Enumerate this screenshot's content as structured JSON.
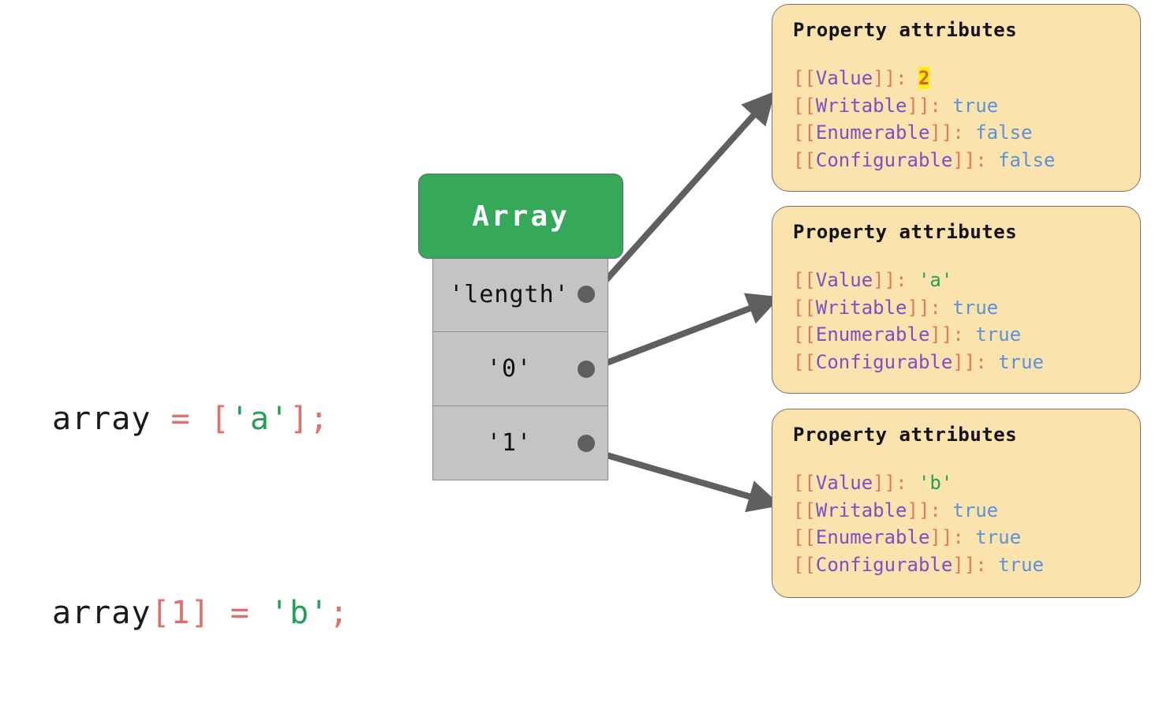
{
  "code": {
    "lines": [
      {
        "tokens": [
          {
            "text": "array",
            "kind": "ident"
          },
          {
            "text": " = ",
            "kind": "punct"
          },
          {
            "text": "[",
            "kind": "punct"
          },
          {
            "text": "'a'",
            "kind": "str"
          },
          {
            "text": "]",
            "kind": "punct"
          },
          {
            "text": ";",
            "kind": "punct"
          }
        ],
        "plain": "array = ['a'];"
      },
      {
        "tokens": [
          {
            "text": "array",
            "kind": "ident"
          },
          {
            "text": "[",
            "kind": "punct"
          },
          {
            "text": "1",
            "kind": "num"
          },
          {
            "text": "]",
            "kind": "punct"
          },
          {
            "text": " = ",
            "kind": "punct"
          },
          {
            "text": "'b'",
            "kind": "str"
          },
          {
            "text": ";",
            "kind": "punct"
          }
        ],
        "plain": "array[1] = 'b';"
      }
    ]
  },
  "array_object": {
    "title": "Array",
    "slots": [
      {
        "key": "'length'"
      },
      {
        "key": "'0'"
      },
      {
        "key": "'1'"
      }
    ]
  },
  "property_cards": [
    {
      "title": "Property attributes",
      "rows": [
        {
          "key": "[[Value]]",
          "sep": ": ",
          "value": "2",
          "value_kind": "number-highlighted"
        },
        {
          "key": "[[Writable]]",
          "sep": ": ",
          "value": "true",
          "value_kind": "boolean"
        },
        {
          "key": "[[Enumerable]]",
          "sep": ": ",
          "value": "false",
          "value_kind": "boolean"
        },
        {
          "key": "[[Configurable]]",
          "sep": ": ",
          "value": "false",
          "value_kind": "boolean"
        }
      ]
    },
    {
      "title": "Property attributes",
      "rows": [
        {
          "key": "[[Value]]",
          "sep": ": ",
          "value": "'a'",
          "value_kind": "string"
        },
        {
          "key": "[[Writable]]",
          "sep": ": ",
          "value": "true",
          "value_kind": "boolean"
        },
        {
          "key": "[[Enumerable]]",
          "sep": ": ",
          "value": "true",
          "value_kind": "boolean"
        },
        {
          "key": "[[Configurable]]",
          "sep": ": ",
          "value": "true",
          "value_kind": "boolean"
        }
      ]
    },
    {
      "title": "Property attributes",
      "rows": [
        {
          "key": "[[Value]]",
          "sep": ": ",
          "value": "'b'",
          "value_kind": "string"
        },
        {
          "key": "[[Writable]]",
          "sep": ": ",
          "value": "true",
          "value_kind": "boolean"
        },
        {
          "key": "[[Enumerable]]",
          "sep": ": ",
          "value": "true",
          "value_kind": "boolean"
        },
        {
          "key": "[[Configurable]]",
          "sep": ": ",
          "value": "true",
          "value_kind": "boolean"
        }
      ]
    }
  ],
  "colors": {
    "array_header_bg": "#35a85a",
    "slot_bg": "#c4c4c4",
    "card_bg": "#fae3ad",
    "arrow": "#5f5f5f",
    "string_green": "#23a05a",
    "punct_red": "#e26f6a",
    "key_purple": "#7d4fc4",
    "bool_blue": "#5b93d8",
    "highlight_yellow": "#fff000"
  }
}
